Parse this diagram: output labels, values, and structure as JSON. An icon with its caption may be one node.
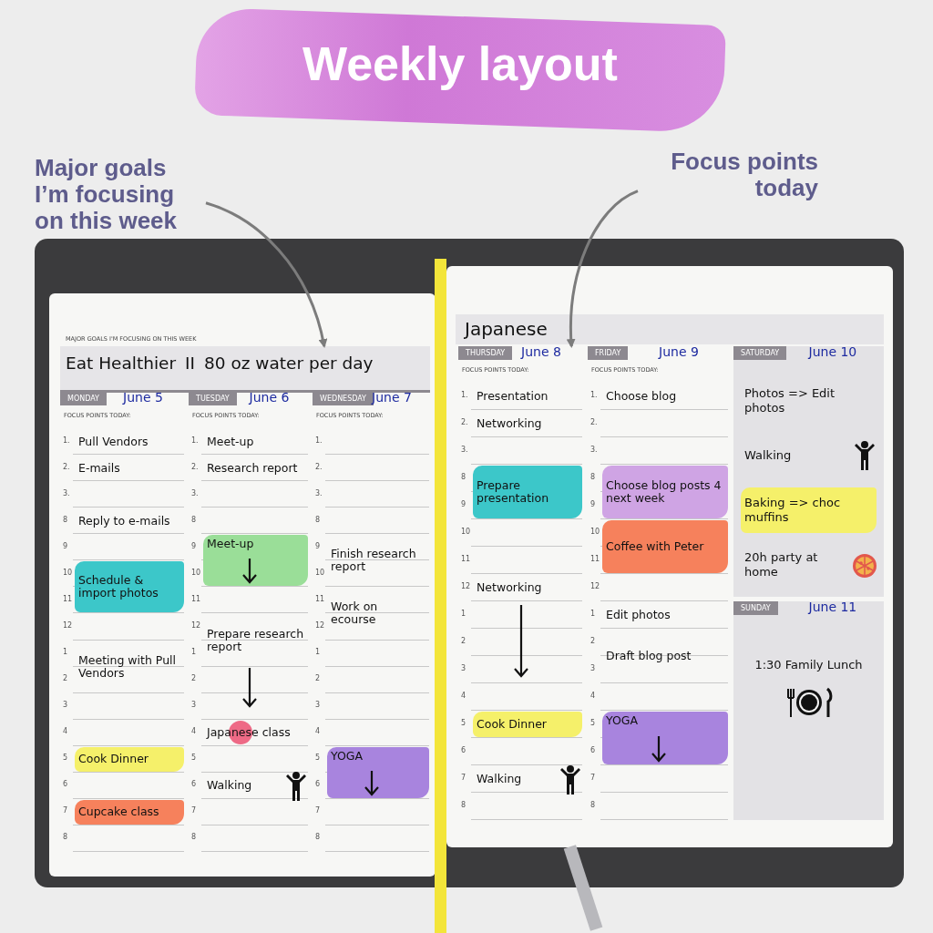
{
  "diagram": {
    "title": "Weekly layout",
    "nodes": [
      {
        "text": [
          "Major goals I’m focusing on this week"
        ]
      },
      {
        "text": [
          "Focus points today"
        ]
      },
      {
        "text": [
          "MAJOR GOALS I'M FOCUSING ON THIS WEEK",
          "Eat Healthier",
          "II",
          "80 oz water per day"
        ]
      },
      {
        "text": [
          "Japanese"
        ]
      },
      {
        "text": [
          "MONDAY",
          "June 5",
          "FOCUS POINTS TODAY:",
          "1.",
          "Pull Vendors",
          "2.",
          "E-mails",
          "3.",
          "8",
          "Reply to e-mails",
          "9",
          "10",
          "11",
          "Schedule & import photos",
          "12",
          "1",
          "Meeting with Pull Vendors",
          "2",
          "3",
          "4",
          "5",
          "Cook Dinner",
          "6",
          "7",
          "Cupcake class",
          "8"
        ]
      },
      {
        "text": [
          "TUESDAY",
          "June 6",
          "FOCUS POINTS TODAY:",
          "1.",
          "Meet-up",
          "2.",
          "Research report",
          "3.",
          "8",
          "9",
          "Meet-up",
          "10",
          "11",
          "12",
          "1",
          "Prepare research report",
          "2",
          "3",
          "4",
          "Japanese class",
          "5",
          "6",
          "Walking",
          "7",
          "8"
        ]
      },
      {
        "text": [
          "WEDNESDAY",
          "June 7",
          "FOCUS POINTS TODAY:",
          "1.",
          "2.",
          "3.",
          "8",
          "9",
          "10",
          "Finish research report",
          "11",
          "Work on ecourse",
          "12",
          "1",
          "2",
          "3",
          "4",
          "5",
          "YOGA",
          "6",
          "7",
          "8"
        ]
      },
      {
        "text": [
          "THURSDAY",
          "June 8",
          "FOCUS POINTS TODAY:",
          "1.",
          "Presentation",
          "2.",
          "Networking",
          "3.",
          "8",
          "9",
          "Prepare presentation",
          "10",
          "11",
          "12",
          "Networking",
          "1",
          "2",
          "3",
          "4",
          "5",
          "Cook Dinner",
          "6",
          "7",
          "Walking",
          "8"
        ]
      },
      {
        "text": [
          "FRIDAY",
          "June 9",
          "FOCUS POINTS TODAY:",
          "1.",
          "Choose blog",
          "2.",
          "3.",
          "8",
          "Choose blog posts 4 next week",
          "9",
          "10",
          "Coffee with Peter",
          "11",
          "12",
          "1",
          "Edit photos",
          "2",
          "Draft blog post",
          "3",
          "4",
          "5",
          "YOGA",
          "6",
          "7",
          "8"
        ]
      },
      {
        "text": [
          "SATURDAY",
          "June 10",
          "Photos => Edit photos",
          "Walking",
          "Baking => choc muffins",
          "20h party at home"
        ]
      },
      {
        "text": [
          "SUNDAY",
          "June 11",
          "1:30 Family Lunch"
        ]
      }
    ],
    "edges": [
      {
        "from": 0,
        "to": 2,
        "arrow": "to"
      },
      {
        "from": 1,
        "to": 7,
        "arrow": "to"
      }
    ]
  }
}
